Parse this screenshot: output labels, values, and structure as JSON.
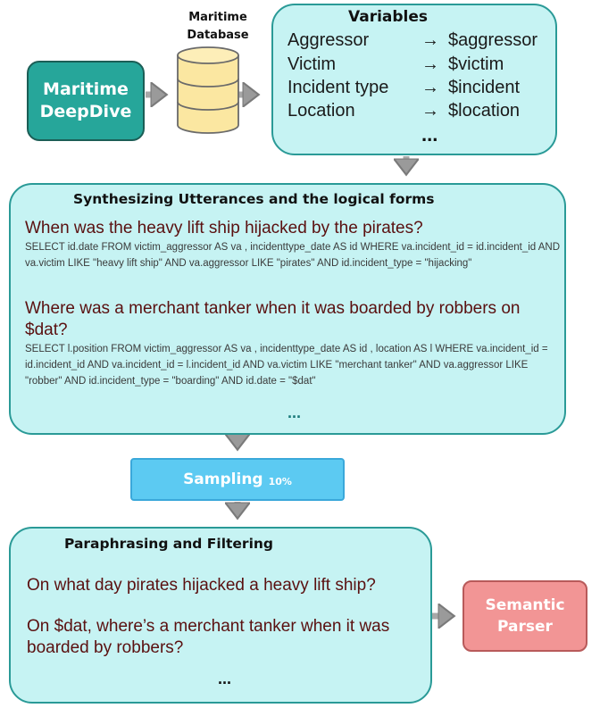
{
  "deepdive": {
    "line1": "Maritime",
    "line2": "DeepDive"
  },
  "database": {
    "line1": "Maritime",
    "line2": "Database"
  },
  "variables": {
    "title": "Variables",
    "rows": [
      {
        "name": "Aggressor",
        "arrow": "→",
        "value": "$aggressor"
      },
      {
        "name": "Victim",
        "arrow": "→",
        "value": "$victim"
      },
      {
        "name": "Incident type",
        "arrow": "→",
        "value": "$incident"
      },
      {
        "name": "Location",
        "arrow": "→",
        "value": "$location"
      }
    ],
    "ellipsis": "..."
  },
  "synthesis": {
    "title": "Synthesizing Utterances and the logical forms",
    "q1": "When was the heavy lift ship hijacked by the pirates?",
    "sql1": "SELECT id.date FROM victim_aggressor AS va , incidenttype_date AS id WHERE va.incident_id = id.incident_id AND va.victim LIKE \"heavy lift ship\" AND va.aggressor LIKE \"pirates\" AND id.incident_type = \"hijacking\"",
    "q2": "Where was a merchant tanker when it was boarded by robbers on $dat?",
    "sql2": "SELECT l.position FROM victim_aggressor AS va , incidenttype_date AS id , location AS l WHERE va.incident_id = id.incident_id AND va.incident_id = l.incident_id AND va.victim LIKE \"merchant tanker\" AND va.aggressor LIKE \"robber\" AND id.incident_type = \"boarding\" AND id.date = \"$dat\"",
    "ellipsis": "..."
  },
  "sampling": {
    "label": "Sampling",
    "percent": "10%"
  },
  "paraphrasing": {
    "title": "Paraphrasing and Filtering",
    "p1": "On what day pirates hijacked a heavy lift ship?",
    "p2": "On $dat, where’s a merchant tanker when it was boarded by robbers?",
    "ellipsis": "..."
  },
  "parser": {
    "line1": "Semantic",
    "line2": "Parser"
  },
  "colors": {
    "deepdive": "#26a69a",
    "teal_box": "#c6f3f3",
    "teal_border": "#2a9a97",
    "sampling": "#5ccaf2",
    "parser": "#f29595",
    "question_text": "#5a1010",
    "arrow": "#9a9a9a",
    "database": "#fbe7a1"
  }
}
